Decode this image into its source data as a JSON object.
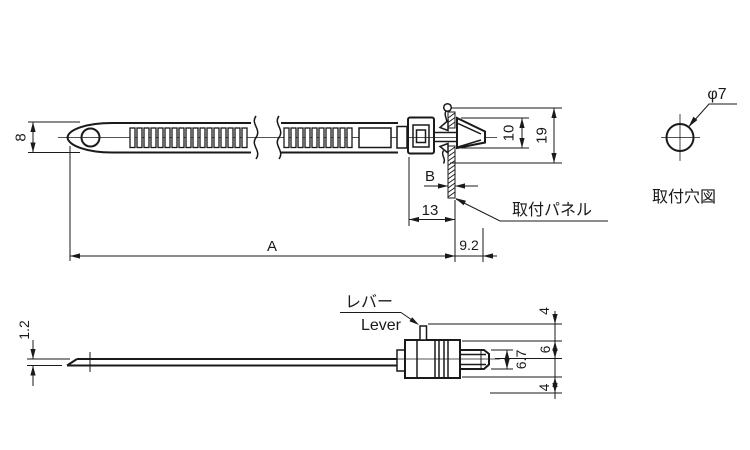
{
  "colors": {
    "line": "#1a1a1a",
    "background": "#ffffff"
  },
  "top_view": {
    "dim_width": "8",
    "dim_length": "A",
    "dim_head_to_panel": "13",
    "dim_panel_thickness": "B",
    "dim_protrusion": "9.2",
    "dim_anchor_width": "10",
    "dim_overall_height": "19",
    "label_mounting_panel": "取付パネル"
  },
  "hole_view": {
    "dim_diameter": "φ7",
    "caption": "取付穴図"
  },
  "side_view": {
    "label_lever_jp": "レバー",
    "label_lever_en": "Lever",
    "dim_strap_thickness": "1.2",
    "dim_tip_height": "6.7",
    "dim_center_height": "6",
    "dim_upper_offset": "4",
    "dim_lower_offset": "4"
  }
}
